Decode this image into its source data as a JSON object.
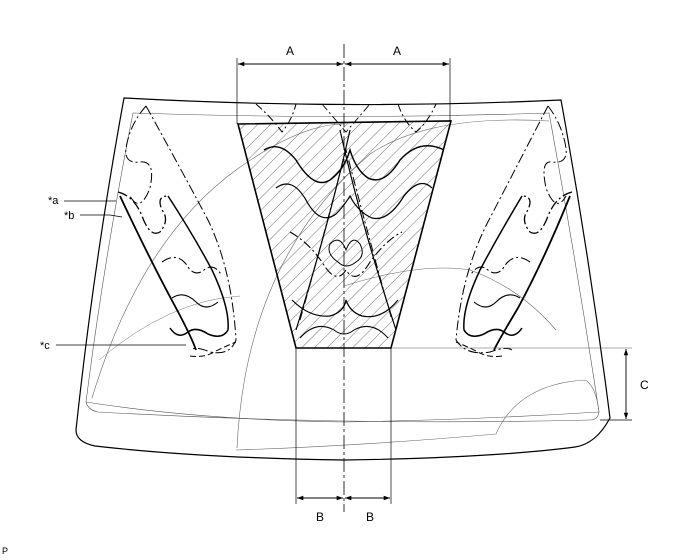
{
  "callouts": {
    "a": "*a",
    "b": "*b",
    "c": "*c"
  },
  "dimensions": {
    "top_left": "A",
    "top_right": "A",
    "bottom_left": "B",
    "bottom_right": "B",
    "side": "C"
  },
  "corner_label": "P",
  "colors": {
    "line": "#000000",
    "thin_line": "#4d4d4d",
    "hatch": "#333333"
  }
}
